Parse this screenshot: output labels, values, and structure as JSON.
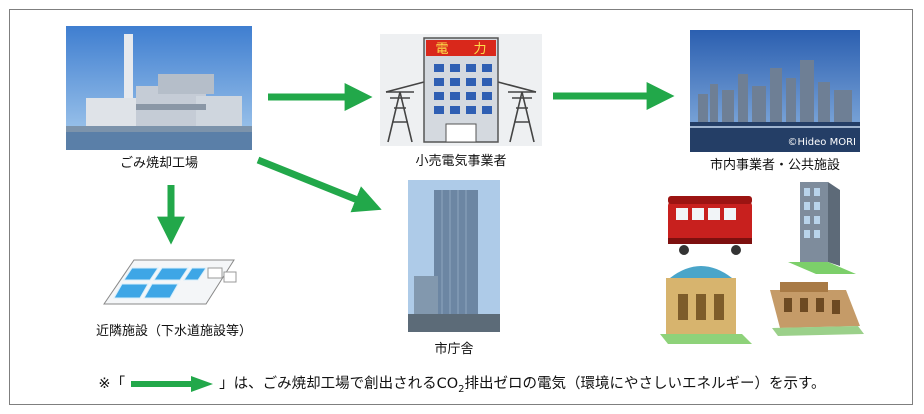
{
  "nodes": {
    "incinerator": "ごみ焼却工場",
    "retailer": "小売電気事業者",
    "customers": "市内事業者・公共施設",
    "neighbor": "近隣施設（下水道施設等）",
    "city_hall": "市庁舎"
  },
  "retailer_sign": {
    "left": "電",
    "right": "力"
  },
  "photo_credit": "©Hideo MORI",
  "footnote": {
    "prefix": "※「",
    "suffix_1": "」は、ごみ焼却工場で創出されるCO",
    "sub": "2",
    "suffix_2": "排出ゼロの電気（環境にやさしいエネルギー）を示す。"
  },
  "colors": {
    "arrow": "#22a84a",
    "frame": "#7f7f7f",
    "sign": "#d9281b",
    "sky": "#4a86cc"
  }
}
